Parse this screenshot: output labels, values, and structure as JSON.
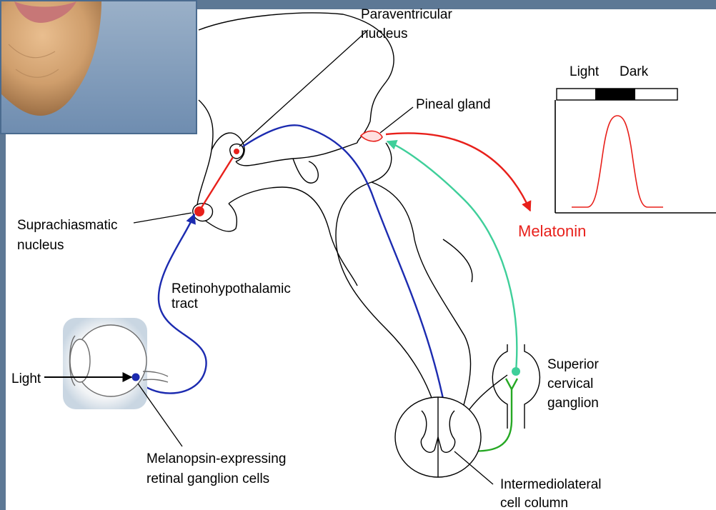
{
  "labels": {
    "paraventricular": [
      "Paraventricular",
      "nucleus"
    ],
    "pineal": "Pineal gland",
    "suprachiasmatic": [
      "Suprachiasmatic",
      "nucleus"
    ],
    "retinohypothalamic": [
      "Retinohypothalamic",
      "tract"
    ],
    "light": "Light",
    "melanopsin": [
      "Melanopsin-expressing",
      "retinal ganglion cells"
    ],
    "superior_cervical": [
      "Superior",
      "cervical",
      "ganglion"
    ],
    "intermediolateral": [
      "Intermediolateral",
      "cell column"
    ],
    "melatonin": "Melatonin"
  },
  "inset": {
    "light_label": "Light",
    "dark_label": "Dark"
  },
  "colors": {
    "frame": "#5d7895",
    "thumbnail_bg": "#7d98b8",
    "blue_tract": "#1c2bb0",
    "red_pathway": "#e8201b",
    "cyan_pathway": "#3fcf9a",
    "green_pathway": "#26a824",
    "skin": "#d8a978"
  },
  "icons": {
    "presenter": "presenter-face-thumbnail",
    "eye": "eye-icon",
    "spinal_cord": "spinal-cord-icon"
  }
}
